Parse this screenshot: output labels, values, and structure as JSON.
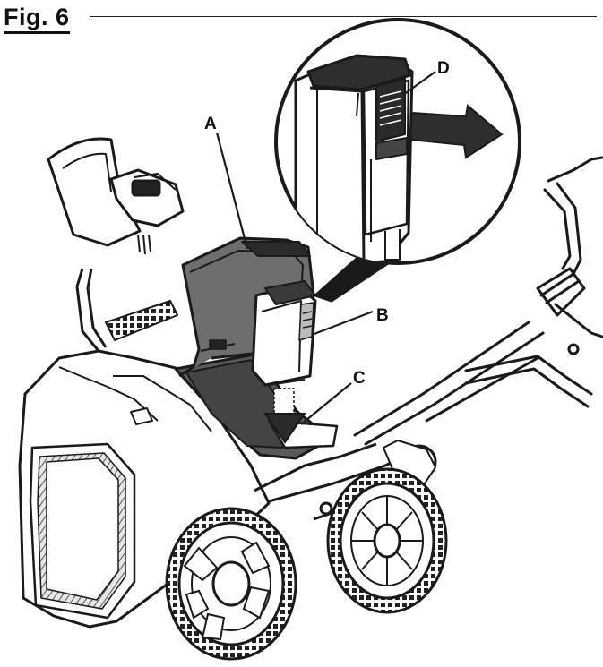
{
  "figure": {
    "title": "Fig. 6"
  },
  "callouts": {
    "a": "A",
    "b": "B",
    "c": "C",
    "d": "D"
  },
  "colors": {
    "ink": "#1a1a1a",
    "dark_fill": "#3a3a3a",
    "mid_fill": "#7a7a7a",
    "light_fill": "#d9d9d9",
    "background": "#ffffff"
  }
}
